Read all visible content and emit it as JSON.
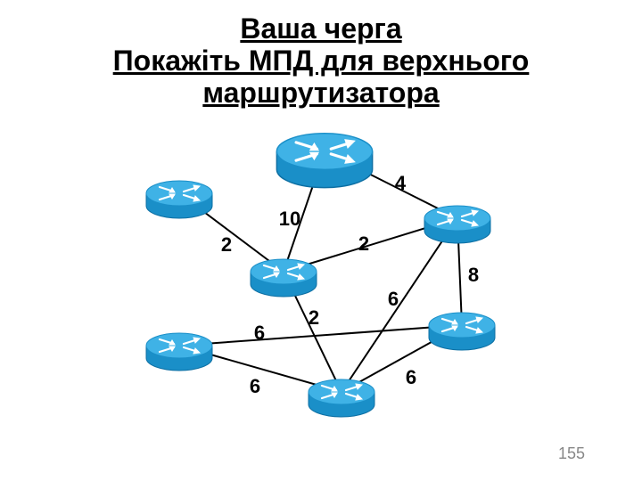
{
  "slide": {
    "title_lines": [
      "Ваша черга",
      "Покажіть МПД для верхнього",
      "маршрутизатора"
    ],
    "page_number": "155"
  },
  "colors": {
    "router_top": "#3fb2e6",
    "router_side": "#1a8fc8",
    "router_dark": "#0d6fa3",
    "arrow": "#ffffff",
    "edge": "#000000"
  },
  "routers": [
    {
      "id": "top",
      "label": "router-top"
    },
    {
      "id": "left-upper",
      "label": "router-left-upper"
    },
    {
      "id": "right-upper",
      "label": "router-right-upper"
    },
    {
      "id": "center",
      "label": "router-center"
    },
    {
      "id": "right-lower",
      "label": "router-right-lower"
    },
    {
      "id": "left-lower",
      "label": "router-left-lower"
    },
    {
      "id": "bottom",
      "label": "router-bottom"
    }
  ],
  "links": [
    {
      "from": "top",
      "to": "center",
      "weight": "10"
    },
    {
      "from": "top",
      "to": "right-upper",
      "weight": "4"
    },
    {
      "from": "left-upper",
      "to": "center",
      "weight": "2"
    },
    {
      "from": "center",
      "to": "right-upper",
      "weight": "2"
    },
    {
      "from": "right-upper",
      "to": "right-lower",
      "weight": "8"
    },
    {
      "from": "right-upper",
      "to": "bottom",
      "weight": "6"
    },
    {
      "from": "center",
      "to": "bottom",
      "weight": "2"
    },
    {
      "from": "left-lower",
      "to": "right-lower",
      "weight": "6"
    },
    {
      "from": "left-lower",
      "to": "bottom",
      "weight": "6"
    },
    {
      "from": "bottom",
      "to": "right-lower",
      "weight": "6"
    }
  ]
}
